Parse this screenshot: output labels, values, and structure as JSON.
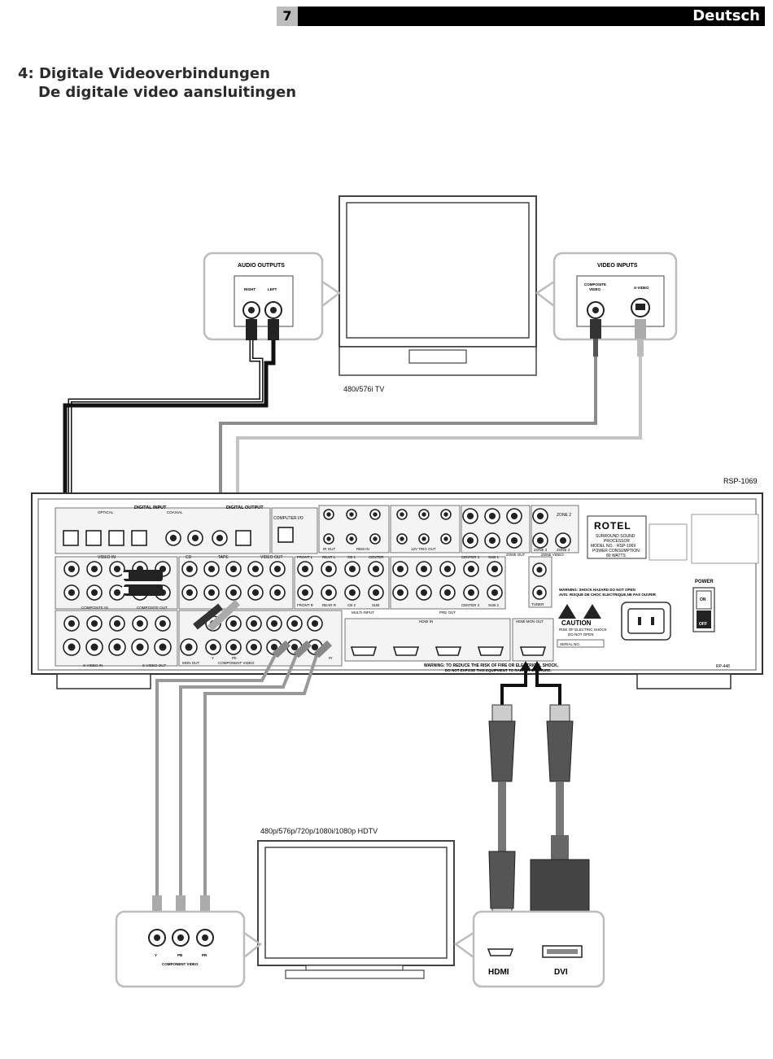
{
  "header": {
    "page_number": "7",
    "language": "Deutsch"
  },
  "section": {
    "title_de": "4: Digitale Videoverbindungen",
    "title_nl": "De digitale video aansluitingen"
  },
  "tv": {
    "caption": "480i/576i TV",
    "audio_outputs": {
      "title": "AUDIO OUTPUTS",
      "right": "RIGHT",
      "left": "LEFT"
    },
    "video_inputs": {
      "title": "VIDEO INPUTS",
      "composite": "COMPOSITE",
      "composite2": "VIDEO",
      "svideo": "S-VIDEO"
    }
  },
  "processor": {
    "model_caption": "RSP-1069",
    "brand": "ROTEL",
    "desc1": "SURROUND SOUND",
    "desc2": "PROCESSOR",
    "model_no": "MODEL NO. : RSP-1069",
    "power1": "POWER CONSUMPTION:",
    "power2": "80 WATTS",
    "power_label": "POWER",
    "on": "ON",
    "off": "OFF",
    "caution": "CAUTION",
    "shock1": "RISK OF ELECTRIC SHOCK",
    "shock2": "DO NOT OPEN",
    "serial": "SERIAL NO.",
    "rp": "RP-448",
    "warn1": "WARNING: SHOCK HAZARD DO NOT OPEN",
    "warn2": "AVIS: RISQUE DE CHOC ELECTRIQUE,NE PAS OUVRIR",
    "bottom_warning1": "WARNING: TO REDUCE THE RISK OF FIRE OR ELECTRICAL SHOCK,",
    "bottom_warning2": "DO NOT EXPOSE THIS EQUIPMENT TO RAIN OR MOISTURE.",
    "labels": {
      "digital_input": "DIGITAL INPUT",
      "digital_output": "DIGITAL OUTPUT",
      "optical": "OPTICAL",
      "coaxial": "COAXIAL",
      "computer_io": "COMPUTER I/O",
      "video_in": "VIDEO IN",
      "cd": "CD",
      "tape": "TAPE",
      "video_out": "VIDEO OUT",
      "composite_in": "COMPOSITE IN",
      "composite_out": "COMPOSITE OUT",
      "svideo_in": "S-VIDEO IN",
      "svideo_out": "S-VIDEO OUT",
      "mon_out": "MON OUT",
      "component_video": "COMPONENT VIDEO",
      "ir_out": "IR OUT",
      "rem_in": "REM IN",
      "trig_out": "12V TRIG OUT",
      "multi_input": "MULTI INPUT",
      "pre_out": "PRE OUT",
      "zone_video": "ZONE VIDEO",
      "zone_out": "ZONE OUT",
      "zone2": "ZONE 2",
      "zone3": "ZONE 3",
      "zone4": "ZONE 4",
      "tuner": "TUNER",
      "hdmi_in": "HDMI IN",
      "hdmi_mon_out": "HDMI MON OUT",
      "front_l": "FRONT L",
      "rear_l": "REAR L",
      "cb1": "CB 1",
      "center": "CENTER",
      "front_r": "FRONT R",
      "rear_r": "REAR R",
      "cb2": "CB 2",
      "sub": "SUB",
      "center1": "CENTER 1",
      "sub1": "SUB 1",
      "center2": "CENTER 2",
      "sub2": "SUB 2",
      "y": "Y",
      "pb": "Pb",
      "pr": "Pr"
    }
  },
  "hdtv": {
    "caption": "480p/576p/720p/1080i/1080p HDTV",
    "component_title": "COMPONENT VIDEO",
    "y": "Y",
    "pb": "PB",
    "pr": "PR",
    "hdmi": "HDMI",
    "dvi": "DVI"
  },
  "colors": {
    "black_cable": "#1a1a1a",
    "gray_cable": "#8c8c8c",
    "light_cable": "#c4c4c4",
    "outline": "#bcbcbc"
  }
}
